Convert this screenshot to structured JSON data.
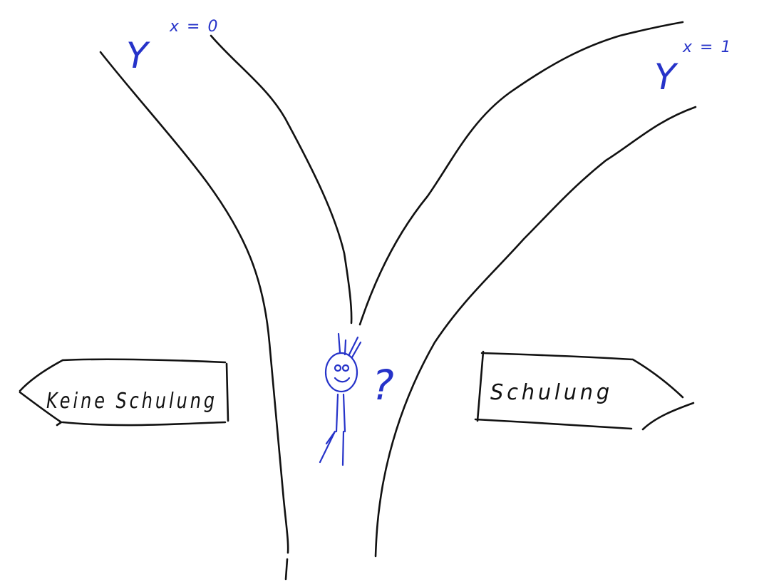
{
  "outcomes": {
    "left": {
      "symbol": "Y",
      "superscript": "x = 0"
    },
    "right": {
      "symbol": "Y",
      "superscript": "x = 1"
    }
  },
  "signs": {
    "left": {
      "text": "Keine Schulung",
      "direction": "left"
    },
    "right": {
      "text": "Schulung",
      "direction": "right"
    }
  },
  "person": {
    "question_mark": "?"
  },
  "colors": {
    "ink": "#111111",
    "pen": "#2633c9",
    "background": "#ffffff"
  }
}
